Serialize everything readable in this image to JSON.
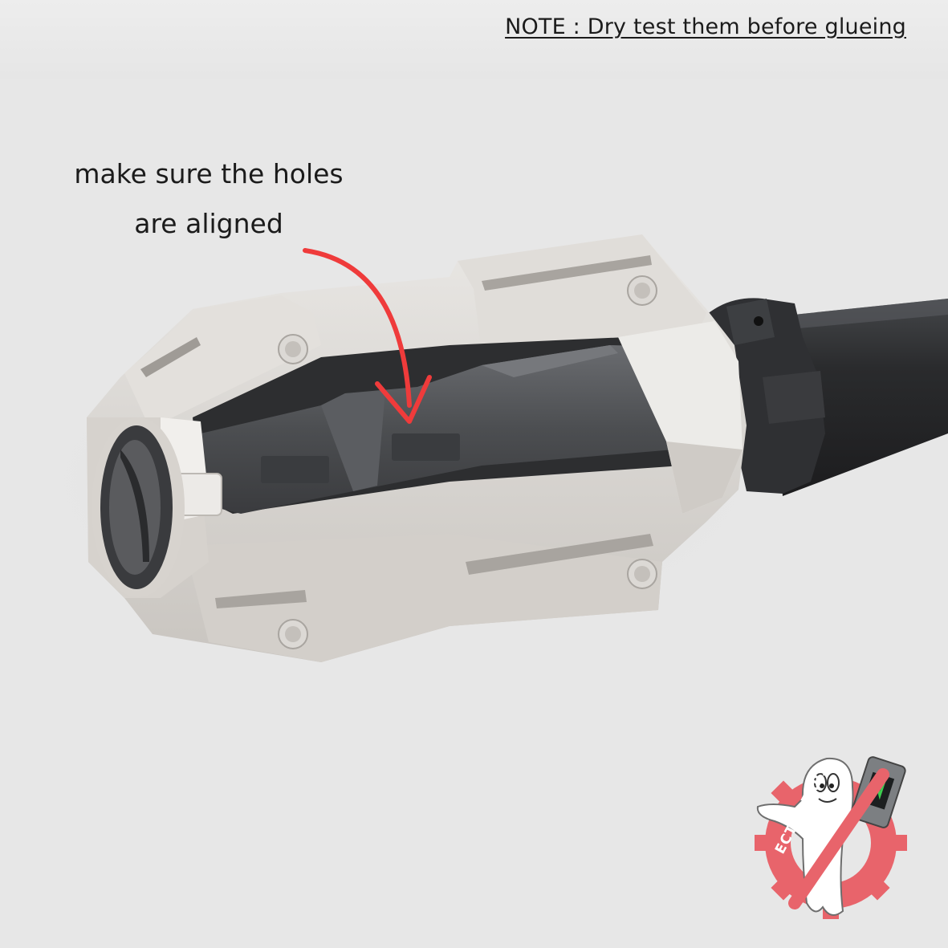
{
  "note": "NOTE : Dry test them before glueing",
  "callout": {
    "line1": "make sure the holes",
    "line2": "are aligned"
  },
  "logo": {
    "text": "ECTOGEARS",
    "icon": "ghost-gear-logo-icon"
  },
  "colors": {
    "background": "#e7e7e7",
    "housing": "#d9d6d2",
    "inner_part": "#545659",
    "barrel": "#2b2c2e",
    "arrow": "#ef3b3b",
    "logo_gear": "#e8646b"
  }
}
